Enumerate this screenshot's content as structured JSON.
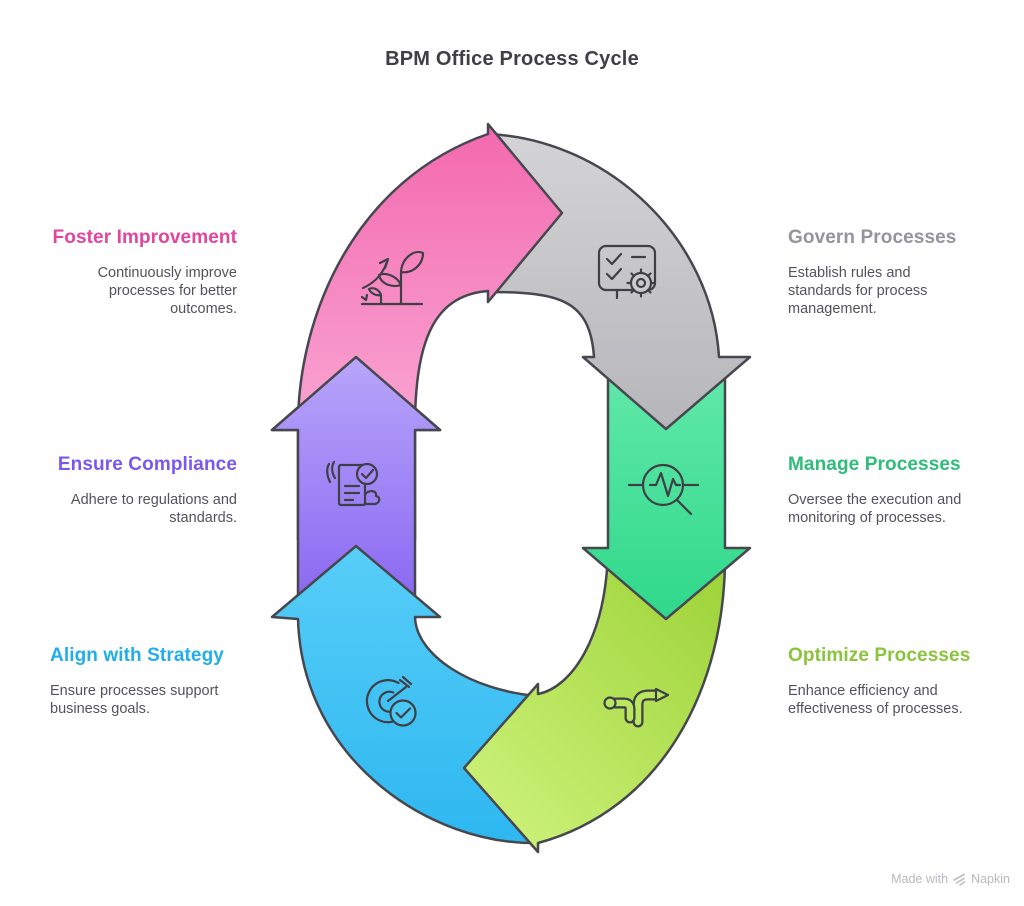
{
  "title": "BPM Office Process Cycle",
  "steps": [
    {
      "name": "foster-improvement",
      "label": "Foster Improvement",
      "description": "Continuously improve\nprocesses for better\noutcomes.",
      "accent": "#e2459e",
      "arrow_color": "#f77fc0",
      "icon": "growth-icon"
    },
    {
      "name": "govern-processes",
      "label": "Govern Processes",
      "description": "Establish rules and\nstandards for process\nmanagement.",
      "accent": "#94949c",
      "arrow_color": "#c6c6c9",
      "icon": "checklist-gear-icon"
    },
    {
      "name": "ensure-compliance",
      "label": "Ensure Compliance",
      "description": "Adhere to regulations and\nstandards.",
      "accent": "#7a57ef",
      "arrow_color": "#a184f6",
      "icon": "document-check-icon"
    },
    {
      "name": "manage-processes",
      "label": "Manage Processes",
      "description": "Oversee the execution and\nmonitoring of processes.",
      "accent": "#2ebd7a",
      "arrow_color": "#49e09a",
      "icon": "pulse-magnifier-icon"
    },
    {
      "name": "align-with-strategy",
      "label": "Align with Strategy",
      "description": "Ensure processes support\nbusiness goals.",
      "accent": "#22aeea",
      "arrow_color": "#45c6f6",
      "icon": "target-check-icon"
    },
    {
      "name": "optimize-processes",
      "label": "Optimize Processes",
      "description": "Enhance efficiency and\neffectiveness of processes.",
      "accent": "#8ac43d",
      "arrow_color": "#b7e75d",
      "icon": "route-arrows-icon"
    }
  ],
  "watermark": {
    "text": "Made with",
    "brand": "Napkin"
  },
  "text_colors": {
    "title": "#3f3f46",
    "body": "#53535b",
    "watermark": "#b9b9bf"
  }
}
